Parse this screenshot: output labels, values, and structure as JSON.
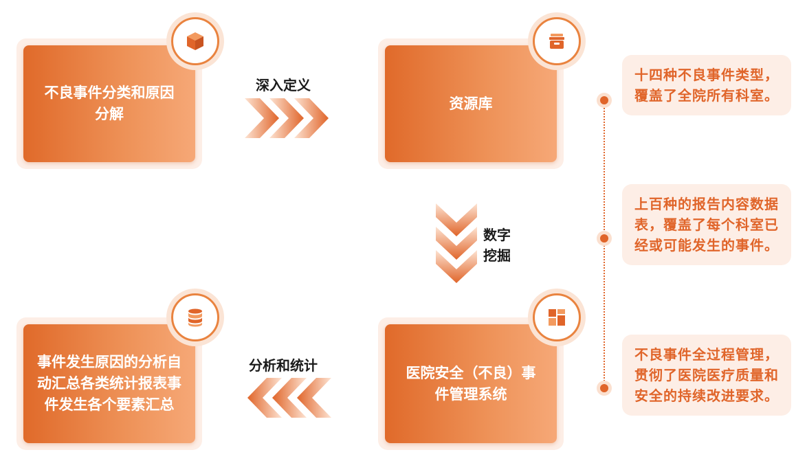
{
  "cards": {
    "cause_breakdown": "不良事件分类和原因分解",
    "resource_library": "资源库",
    "management_system": "医院安全（不良）事件管理系统",
    "summary": "事件发生原因的分析自动汇总各类统计报表事件发生各个要素汇总"
  },
  "cards_lines": {
    "cause_breakdown": [
      "不良事件分类和原因",
      "分解"
    ],
    "management_system": [
      "医院安全（不良）事",
      "件管理系统"
    ],
    "summary": [
      "事件发生原因的分析自",
      "动汇总各类统计报表事",
      "件发生各个要素汇总"
    ]
  },
  "arrows": {
    "define": "深入定义",
    "mining_line1": "数字",
    "mining_line2": "挖掘",
    "analysis": "分析和统计"
  },
  "info": [
    "十四种不良事件类型，覆盖了全院所有科室。",
    "上百种的报告内容数据表，覆盖了每个科室已经或可能发生的事件。",
    "不良事件全过程管理，贯彻了医院医疗质量和安全的持续改进要求。"
  ],
  "icons": {
    "cause_breakdown": "cube-icon",
    "resource_library": "archive-box-icon",
    "management_system": "dashboard-layout-icon",
    "summary": "database-icon"
  },
  "colors": {
    "accent": "#e0652a",
    "card_gradient_start": "#e06a2a",
    "card_gradient_end": "#f6a877",
    "panel_bg": "#fdeee6"
  }
}
